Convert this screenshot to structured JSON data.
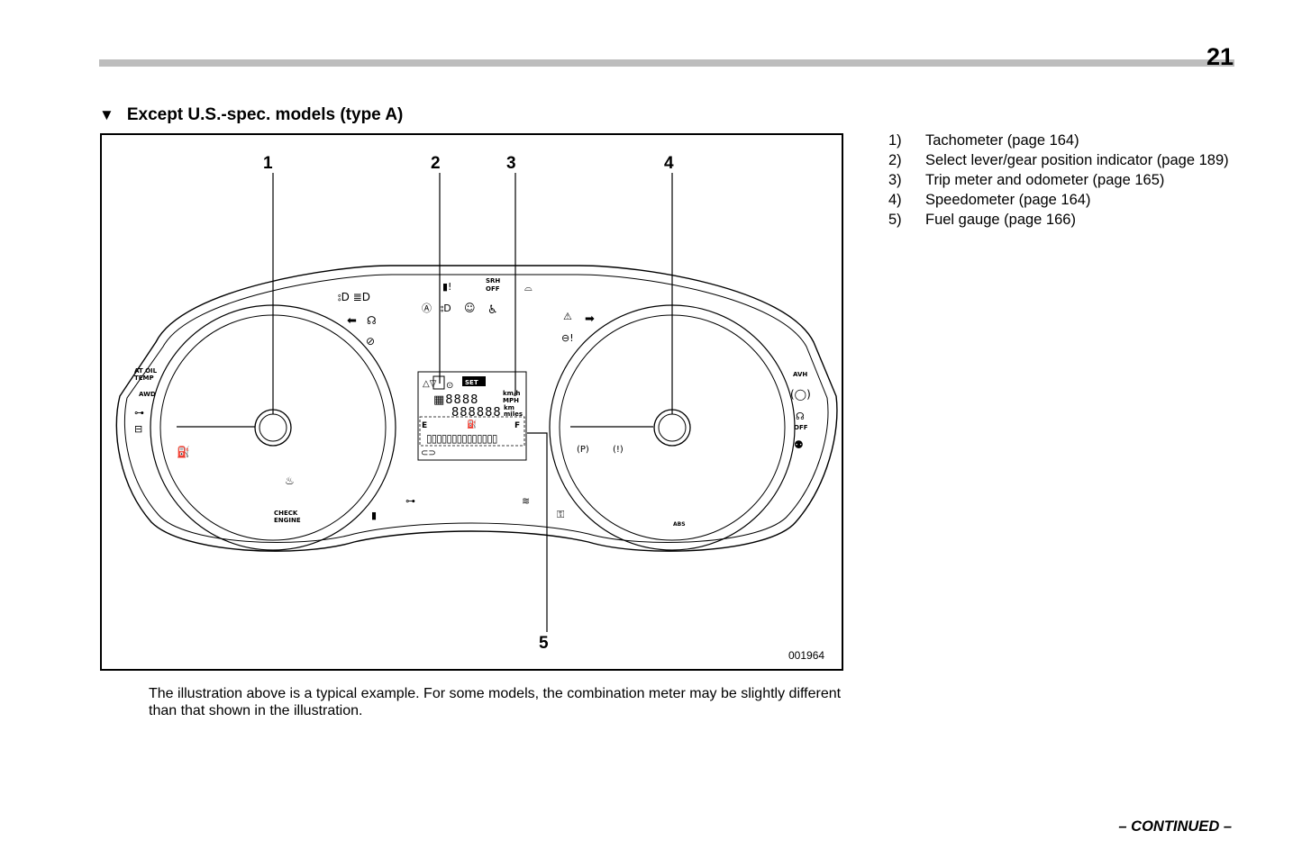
{
  "page": {
    "number": "21",
    "section_title": "Except U.S.-spec. models (type A)",
    "continued": "– CONTINUED –"
  },
  "figure": {
    "code": "001964",
    "callouts": [
      "1",
      "2",
      "3",
      "4",
      "5"
    ],
    "labels": {
      "at_oil_temp_1": "AT OIL",
      "at_oil_temp_2": "TEMP",
      "awd": "AWD",
      "check_engine_1": "CHECK",
      "check_engine_2": "ENGINE",
      "srh_off_1": "SRH",
      "srh_off_2": "OFF",
      "avh": "AVH",
      "vdc_off": "OFF",
      "set": "SET",
      "kmh": "km/h",
      "mph": "MPH",
      "km": "km",
      "miles": "miles",
      "fuel_e": "E",
      "fuel_f": "F",
      "abs": "ABS",
      "park": "(P)",
      "brake": "(!)"
    }
  },
  "caption": "The illustration above is a typical example. For some models, the combination meter may be slightly different than that shown in the illustration.",
  "legend": [
    {
      "num": "1)",
      "text": "Tachometer (page 164)"
    },
    {
      "num": "2)",
      "text": "Select lever/gear position indicator (page 189)"
    },
    {
      "num": "3)",
      "text": "Trip meter and odometer (page 165)"
    },
    {
      "num": "4)",
      "text": "Speedometer (page 164)"
    },
    {
      "num": "5)",
      "text": "Fuel gauge (page 166)"
    }
  ]
}
